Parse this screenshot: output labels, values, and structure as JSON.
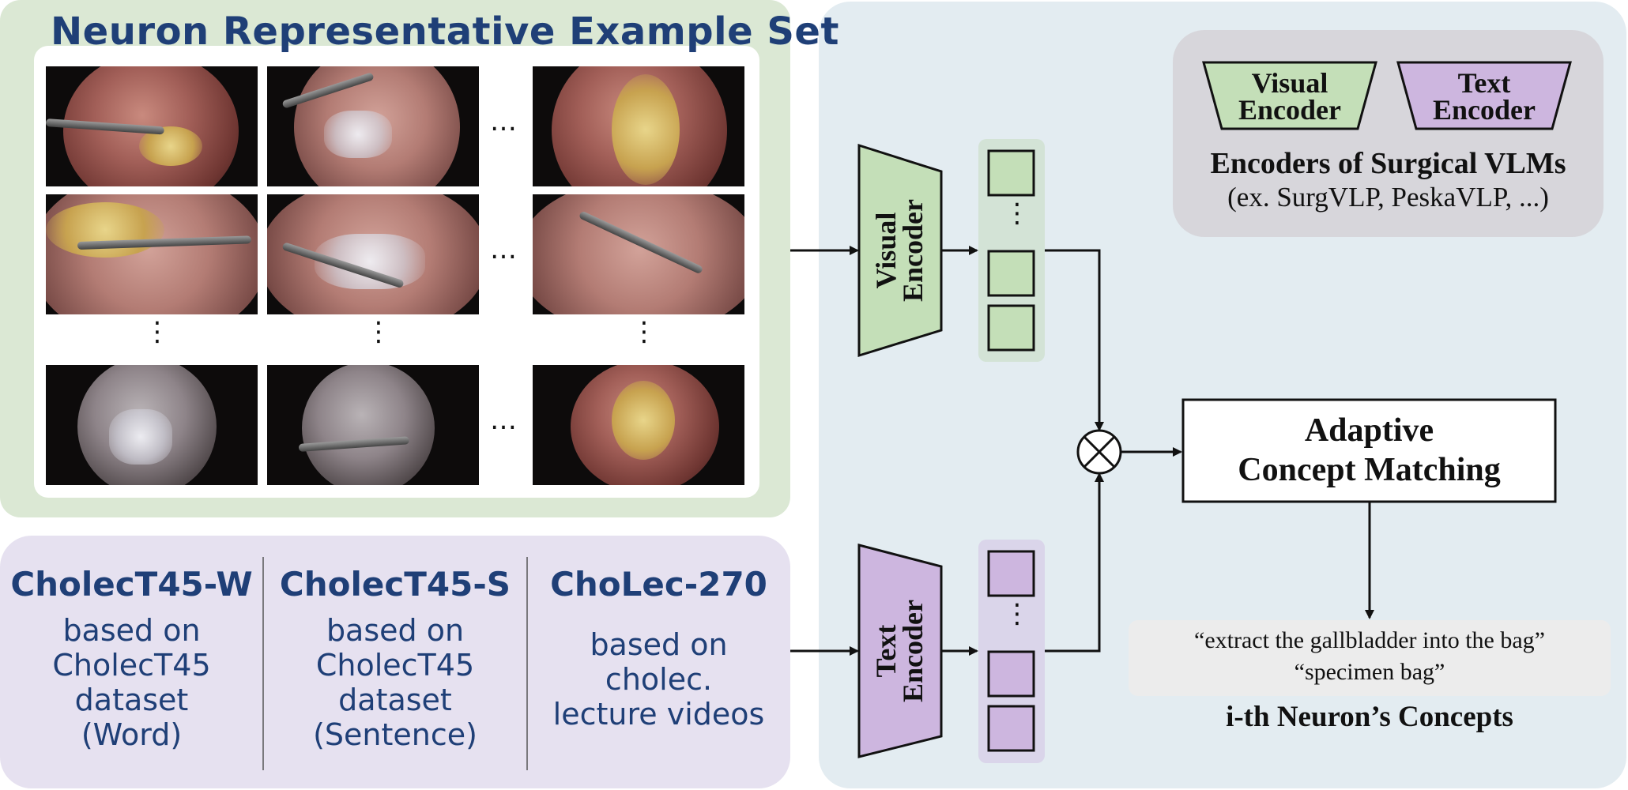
{
  "example_set": {
    "title": "Neuron Representative Example Set",
    "ellipsis_h": "…",
    "ellipsis_v": "⋮"
  },
  "datasets": [
    {
      "name": "CholecT45-W",
      "desc": "based on\nCholecT45\ndataset\n(Word)"
    },
    {
      "name": "CholecT45-S",
      "desc": "based on\nCholecT45\ndataset\n(Sentence)"
    },
    {
      "name": "ChoLec-270",
      "desc": "based on\ncholec.\nlecture videos"
    }
  ],
  "encoders": {
    "visual_label": "Visual\nEncoder",
    "text_label": "Text\nEncoder",
    "visual_color": "#c4dfb8",
    "text_color": "#cdb6df"
  },
  "matching": {
    "label": "Adaptive\nConcept Matching",
    "operator": "⊗"
  },
  "concepts": {
    "lines": [
      "“extract the gallbladder into the bag”",
      "“specimen bag”"
    ],
    "caption": "i-th Neuron’s Concepts"
  },
  "legend": {
    "visual_label": "Visual\nEncoder",
    "text_label": "Text\nEncoder",
    "caption": "Encoders of Surgical VLMs",
    "subcaption": "(ex. SurgVLP, PeskaVLP, ...)"
  },
  "colors": {
    "green_panel": "#dbe8d4",
    "purple_panel": "#e6e1f0",
    "blue_panel": "#e3ecf1",
    "gray_box": "#ececec",
    "title_blue": "#1f3f77"
  }
}
